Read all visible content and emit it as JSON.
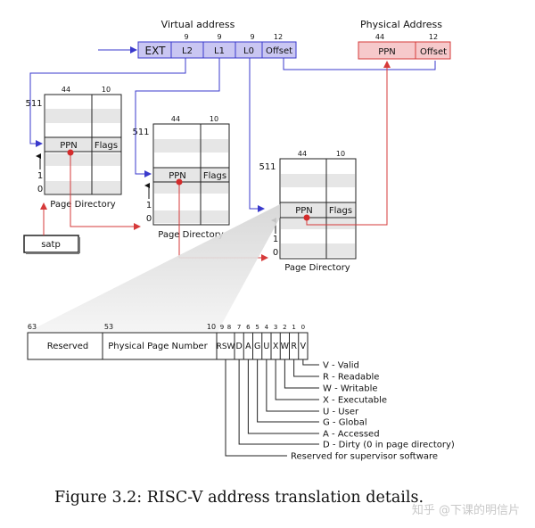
{
  "virtual_address": {
    "title": "Virtual address",
    "fields": [
      {
        "label": "EXT",
        "bits": ""
      },
      {
        "label": "L2",
        "bits": "9"
      },
      {
        "label": "L1",
        "bits": "9"
      },
      {
        "label": "L0",
        "bits": "9"
      },
      {
        "label": "Offset",
        "bits": "12"
      }
    ]
  },
  "physical_address": {
    "title": "Physical Address",
    "fields": [
      {
        "label": "PPN",
        "bits": "44"
      },
      {
        "label": "Offset",
        "bits": "12"
      }
    ]
  },
  "page_directory": {
    "label": "Page Directory",
    "ppn_label": "PPN",
    "flags_label": "Flags",
    "ppn_bits": "44",
    "flags_bits": "10",
    "index_top": "511",
    "index_one": "1",
    "index_zero": "0"
  },
  "satp_label": "satp",
  "pte": {
    "bit_labels": {
      "b63": "63",
      "b53": "53",
      "b10": "10",
      "small": [
        "9",
        "8",
        "7",
        "6",
        "5",
        "4",
        "3",
        "2",
        "1",
        "0"
      ]
    },
    "reserved": "Reserved",
    "ppn": "Physical Page Number",
    "rsw": "RSW",
    "flag_letters": [
      "D",
      "A",
      "G",
      "U",
      "X",
      "W",
      "R",
      "V"
    ]
  },
  "legend": [
    "V - Valid",
    "R  - Readable",
    "W - Writable",
    "X  - Executable",
    "U - User",
    "G - Global",
    "A - Accessed",
    "D - Dirty (0 in page directory)",
    "Reserved for supervisor software"
  ],
  "caption": "Figure 3.2: RISC-V address translation details.",
  "watermark": "知乎 @下课的明信片",
  "colors": {
    "blue_fill": "#c9c6f2",
    "blue_stroke": "#3a3acc",
    "red_fill": "#f6c9cb",
    "red_stroke": "#d63a3a",
    "stripe": "#e6e6e6",
    "dot": "#d42b2b"
  }
}
